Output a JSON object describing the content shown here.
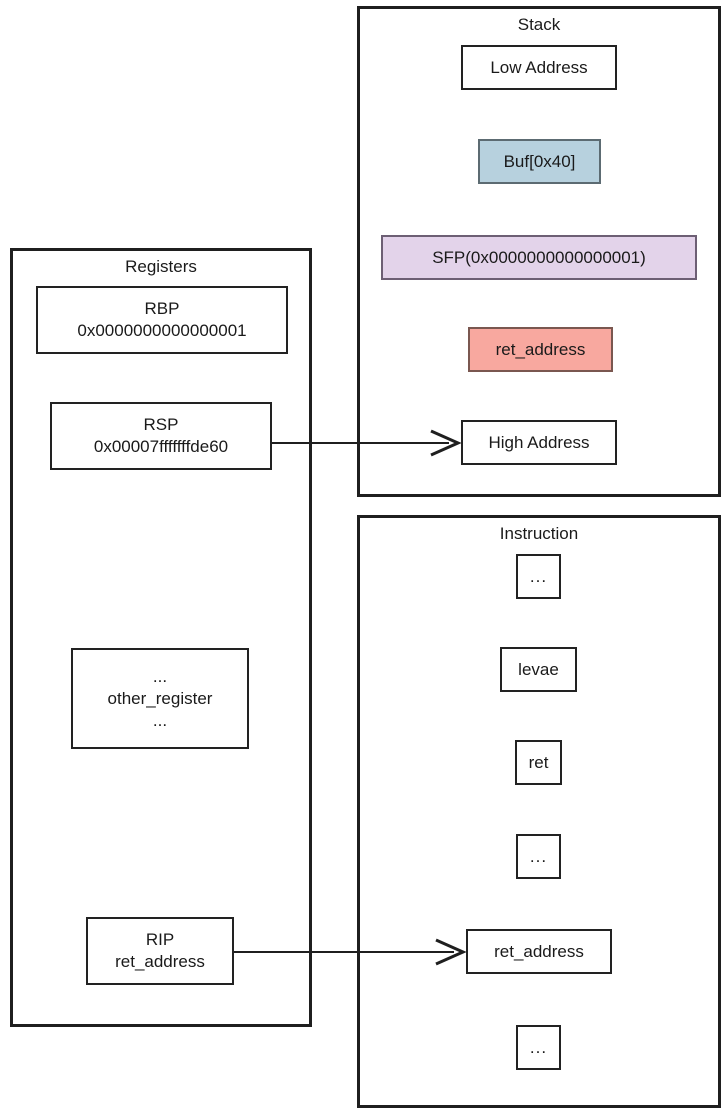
{
  "diagram": {
    "title": "Stack frame / register / instruction pointer diagram",
    "colors": {
      "buffer_fill": "#b7d1de",
      "sfp_fill": "#e3d3ea",
      "ret_address_fill": "#f8a89f",
      "stroke": "#1f1f1f",
      "background": "#ffffff"
    }
  },
  "registers_panel": {
    "title": "Registers",
    "nodes": [
      {
        "id": "rbp",
        "name": "RBP",
        "value": "0x0000000000000001"
      },
      {
        "id": "rsp",
        "name": "RSP",
        "value": "0x00007fffffffde60"
      },
      {
        "id": "other_register",
        "top_ellipsis": "...",
        "name": "other_register",
        "bottom_ellipsis": "..."
      },
      {
        "id": "rip",
        "name": "RIP",
        "value": "ret_address"
      }
    ]
  },
  "stack_panel": {
    "title": "Stack",
    "nodes": [
      {
        "id": "low_address",
        "label": "Low Address",
        "fill": "none"
      },
      {
        "id": "buffer",
        "label": "Buf[0x40]",
        "fill": "blue"
      },
      {
        "id": "sfp",
        "label": "SFP(0x0000000000000001)",
        "fill": "purple"
      },
      {
        "id": "ret_address",
        "label": "ret_address",
        "fill": "red"
      },
      {
        "id": "high_address",
        "label": "High Address",
        "fill": "none"
      }
    ]
  },
  "instruction_panel": {
    "title": "Instruction",
    "nodes": [
      {
        "id": "ellipsis_top",
        "label": "..."
      },
      {
        "id": "levae",
        "label": "levae"
      },
      {
        "id": "ret",
        "label": "ret"
      },
      {
        "id": "ellipsis_mid",
        "label": "..."
      },
      {
        "id": "ret_address",
        "label": "ret_address"
      },
      {
        "id": "ellipsis_bottom",
        "label": "..."
      }
    ]
  },
  "connectors": [
    {
      "id": "rsp-to-high-address",
      "from": "rsp",
      "to": "high_address"
    },
    {
      "id": "rip-to-ret-address",
      "from": "rip",
      "to": "instruction_ret_address"
    }
  ]
}
